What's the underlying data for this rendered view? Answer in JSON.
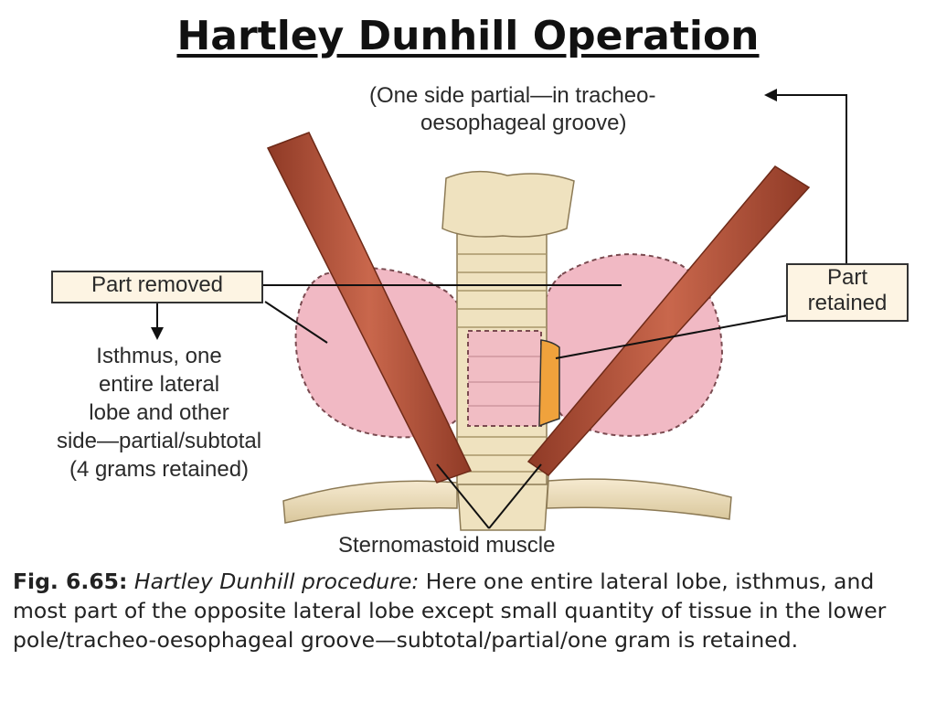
{
  "title": "Hartley Dunhill Operation",
  "labels": {
    "top_note_line1": "(One side partial—in tracheo-",
    "top_note_line2": "oesophageal groove)",
    "part_removed": "Part removed",
    "removed_desc": [
      "Isthmus, one",
      "entire lateral",
      "lobe and other",
      "side—partial/subtotal",
      "(4 grams retained)"
    ],
    "part_retained_line1": "Part",
    "part_retained_line2": "retained",
    "muscle": "Sternomastoid muscle"
  },
  "caption": {
    "fig": "Fig. 6.65:",
    "procedure": "Hartley Dunhill procedure:",
    "text": "Here one entire lateral lobe, isthmus, and most part of the opposite lateral lobe except small quantity of tissue in the lower pole/tracheo-oesophageal groove—subtotal/partial/one gram is retained."
  },
  "colors": {
    "thyroid": "#f1b9c4",
    "muscle": "#b8553c",
    "cartilage": "#efe2bf",
    "retained": "#f0a23c"
  }
}
